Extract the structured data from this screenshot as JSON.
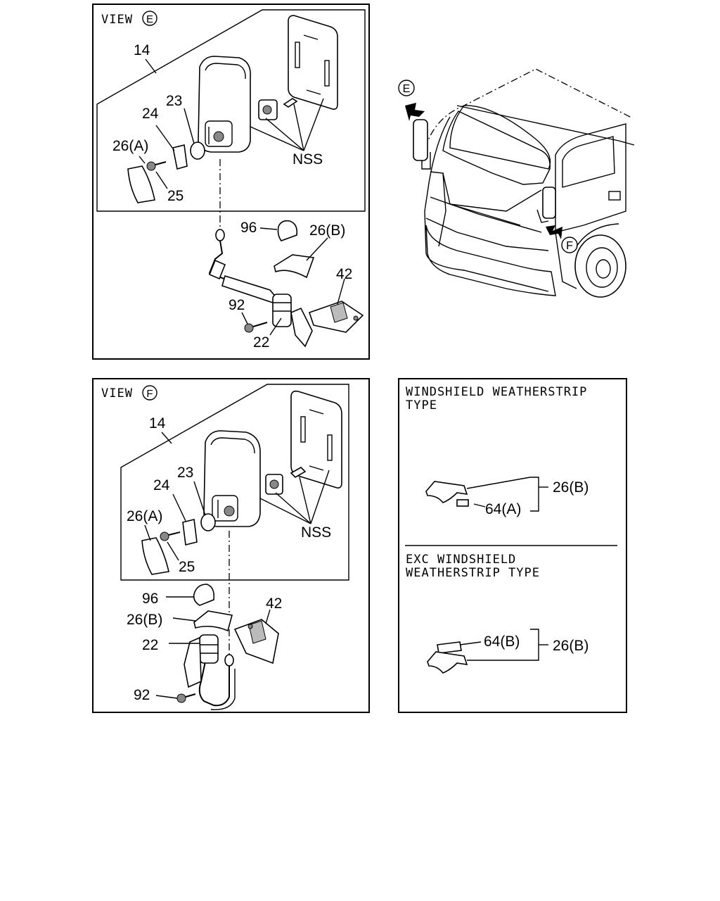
{
  "panel_e": {
    "view_title": "VIEW",
    "view_letter": "E",
    "labels": {
      "l14": "14",
      "l23": "23",
      "l24": "24",
      "l26a": "26(A)",
      "l25": "25",
      "lnss": "NSS",
      "l96": "96",
      "l26b": "26(B)",
      "l42": "42",
      "l92": "92",
      "l22": "22"
    }
  },
  "panel_f": {
    "view_title": "VIEW",
    "view_letter": "F",
    "labels": {
      "l14": "14",
      "l23": "23",
      "l24": "24",
      "l26a": "26(A)",
      "l25": "25",
      "lnss": "NSS",
      "l96": "96",
      "l26b": "26(B)",
      "l42": "42",
      "l22": "22",
      "l92": "92"
    }
  },
  "truck": {
    "arrow_e": "E",
    "arrow_f": "F"
  },
  "weatherstrip": {
    "type1_line1": "WINDSHIELD WEATHERSTRIP",
    "type1_line2": "TYPE",
    "type1_ref": "26(B)",
    "type1_part": "64(A)",
    "type2_line1": "EXC WINDSHIELD",
    "type2_line2": "WEATHERSTRIP TYPE",
    "type2_ref": "26(B)",
    "type2_part": "64(B)"
  }
}
